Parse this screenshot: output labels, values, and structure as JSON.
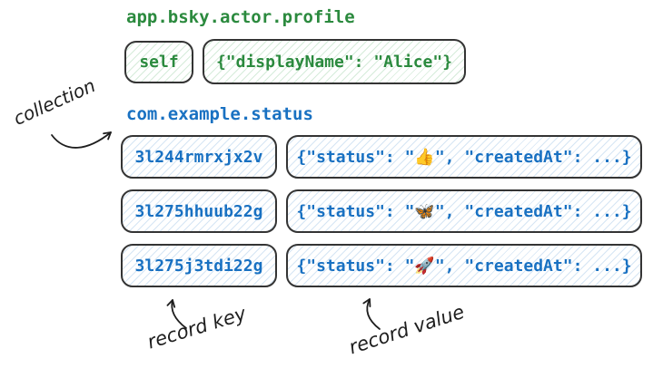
{
  "colors": {
    "green": "#2b8a3e",
    "blue": "#1971c2",
    "ink": "#1e1e1e"
  },
  "profile": {
    "collection": "app.bsky.actor.profile",
    "record": {
      "key": "self",
      "value": "{\"displayName\": \"Alice\"}"
    }
  },
  "status": {
    "collection": "com.example.status",
    "records": [
      {
        "key": "3l244rmrxjx2v",
        "value": "{\"status\": \"👍\", \"createdAt\": ...}",
        "emoji_name": "thumbs-up"
      },
      {
        "key": "3l275hhuub22g",
        "value": "{\"status\": \"🦋\", \"createdAt\": ...}",
        "emoji_name": "butterfly"
      },
      {
        "key": "3l275j3tdi22g",
        "value": "{\"status\": \"🚀\", \"createdAt\": ...}",
        "emoji_name": "rocket"
      }
    ]
  },
  "annotations": {
    "collection_label": "collection",
    "record_key_label": "record key",
    "record_value_label": "record value"
  }
}
